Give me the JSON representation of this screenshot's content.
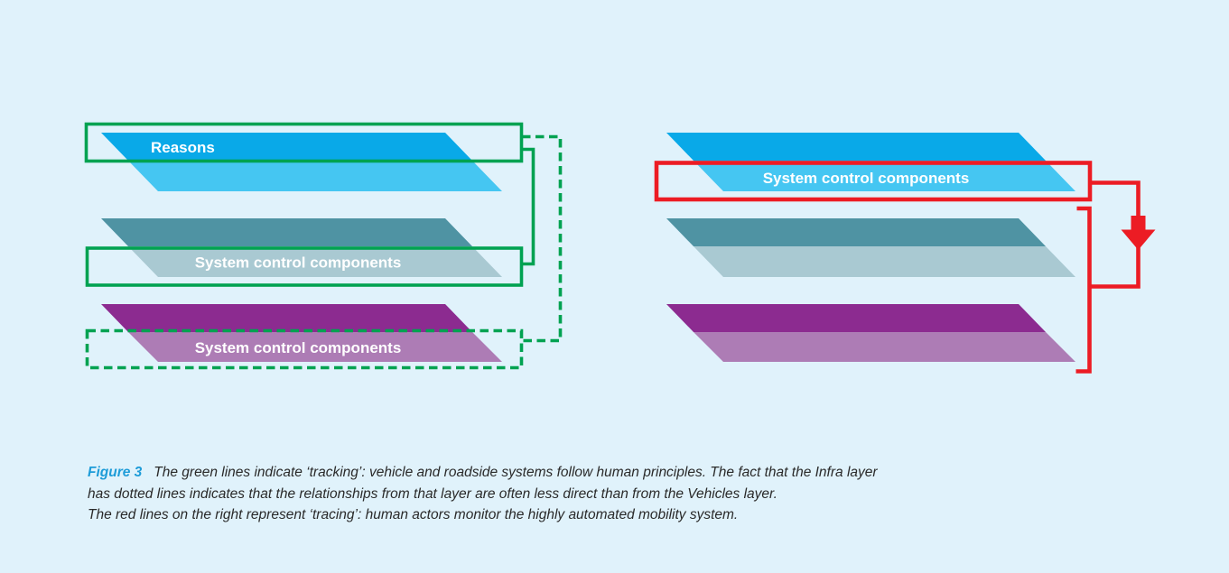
{
  "colors": {
    "background": "#E0F2FB",
    "blue_dark": "#09A9E8",
    "blue_light": "#45C6F2",
    "teal_dark": "#4F93A3",
    "teal_light": "#A9C9D2",
    "purple_dark": "#8C2B90",
    "purple_light": "#AD7CB5",
    "green": "#00A251",
    "red": "#EC1C24",
    "caption_accent": "#1E9CD8",
    "caption_text": "#2A2A2A",
    "label_text": "#FFFFFF"
  },
  "left_diagram": {
    "reasons_label": "Reasons",
    "vehicles_label": "System control components",
    "infra_label": "System control components"
  },
  "right_diagram": {
    "human_label": "System control components"
  },
  "caption": {
    "figure_label": "Figure 3",
    "line1": "The green lines indicate ‘tracking’: vehicle and roadside systems follow human principles. The fact that the Infra layer",
    "line2": "has dotted lines indicates that the relationships from that layer are often less direct than from the Vehicles layer.",
    "line3": "The red lines on the right represent ‘tracing’: human actors monitor the highly automated mobility system."
  }
}
